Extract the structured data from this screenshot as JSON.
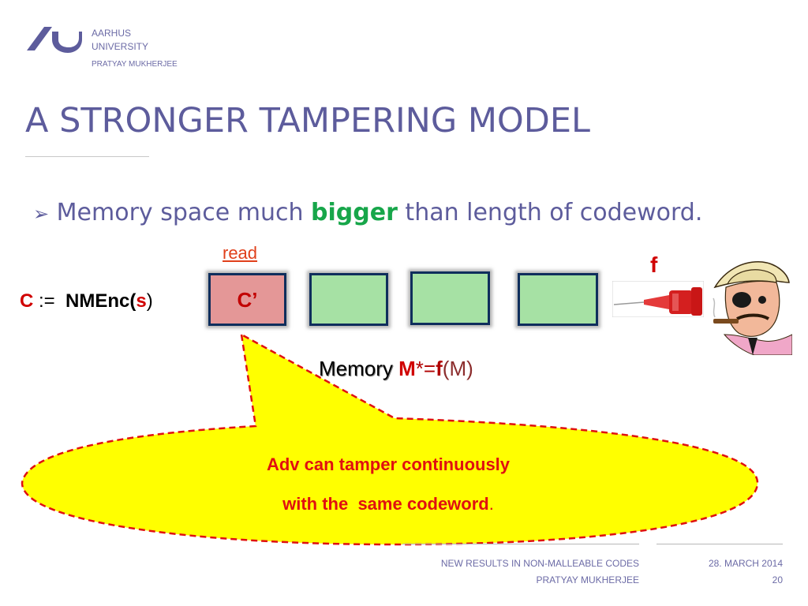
{
  "header": {
    "university_line1": "AARHUS",
    "university_line2": "UNIVERSITY",
    "author": "PRATYAY MUKHERJEE"
  },
  "slide": {
    "title": "A STRONGER TAMPERING MODEL",
    "bullet_marker": "➢",
    "bullet_part1": "Memory space much ",
    "bullet_emphasis": "bigger",
    "bullet_part2": " than length of codeword.",
    "read_label": "read",
    "formula": {
      "c": "C",
      "assign": " :=  ",
      "nmenc": "NMEnc(",
      "s": "s",
      "close": ")"
    },
    "memory_cells": [
      {
        "label": "C’",
        "color": "#e49797"
      },
      {
        "label": "",
        "color": "#a6e1a4"
      },
      {
        "label": "",
        "color": "#a6e1a4"
      },
      {
        "label": "",
        "color": "#a6e1a4"
      }
    ],
    "f_label": "f",
    "memory_equation": {
      "memory": "Memory ",
      "m": "M",
      "star_eq": "*=",
      "f": "f",
      "arg": "(M)"
    }
  },
  "callout": {
    "line1": "Adv can tamper continuously",
    "line2": "with the  same codeword",
    "line2_end": "."
  },
  "footer": {
    "presentation_title": "NEW RESULTS IN NON-MALLEABLE CODES",
    "author": "PRATYAY MUKHERJEE",
    "date": "28. MARCH 2014",
    "page": "20"
  },
  "icons": {
    "logo": "aarhus-university-logo",
    "syringe": "syringe-illustration",
    "adversary": "cowboy-adversary-illustration"
  },
  "colors": {
    "brand": "#5d5c9c",
    "accent_red": "#d00000",
    "emphasis_green": "#17a64a",
    "callout_fill": "#ffff00",
    "callout_border": "#e01010"
  }
}
